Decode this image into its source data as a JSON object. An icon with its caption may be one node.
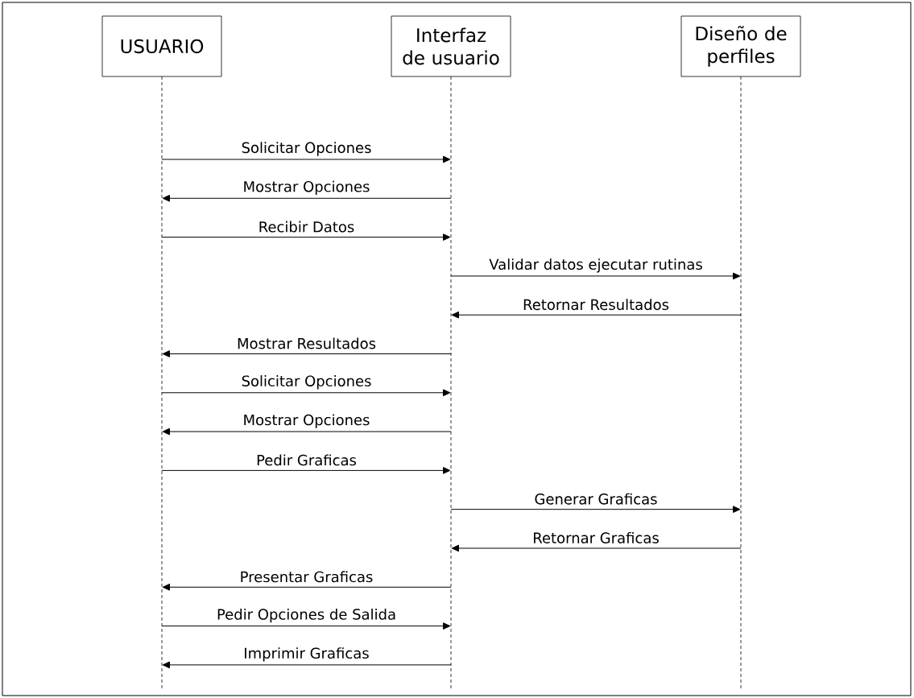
{
  "diagram": {
    "nodes": [
      {
        "text": [
          "USUARIO"
        ]
      },
      {
        "text": [
          "Interfaz de usuario"
        ]
      },
      {
        "text": [
          "Diseño de perfiles"
        ]
      }
    ],
    "edges": [
      {
        "from": 0,
        "to": 1,
        "arrow": "to",
        "label": "Solicitar Opciones"
      },
      {
        "from": 1,
        "to": 0,
        "arrow": "to",
        "label": "Mostrar Opciones"
      },
      {
        "from": 0,
        "to": 1,
        "arrow": "to",
        "label": "Recibir Datos"
      },
      {
        "from": 1,
        "to": 2,
        "arrow": "to",
        "label": "Validar datos ejecutar rutinas"
      },
      {
        "from": 2,
        "to": 1,
        "arrow": "to",
        "label": "Retornar Resultados"
      },
      {
        "from": 1,
        "to": 0,
        "arrow": "to",
        "label": "Mostrar Resultados"
      },
      {
        "from": 0,
        "to": 1,
        "arrow": "to",
        "label": "Solicitar Opciones"
      },
      {
        "from": 1,
        "to": 0,
        "arrow": "to",
        "label": "Mostrar Opciones"
      },
      {
        "from": 0,
        "to": 1,
        "arrow": "to",
        "label": "Pedir Graficas"
      },
      {
        "from": 1,
        "to": 2,
        "arrow": "to",
        "label": "Generar Graficas"
      },
      {
        "from": 2,
        "to": 1,
        "arrow": "to",
        "label": "Retornar Graficas"
      },
      {
        "from": 1,
        "to": 0,
        "arrow": "to",
        "label": "Presentar Graficas"
      },
      {
        "from": 0,
        "to": 1,
        "arrow": "to",
        "label": "Pedir Opciones de Salida"
      },
      {
        "from": 1,
        "to": 0,
        "arrow": "to",
        "label": "Imprimir Graficas"
      }
    ]
  }
}
